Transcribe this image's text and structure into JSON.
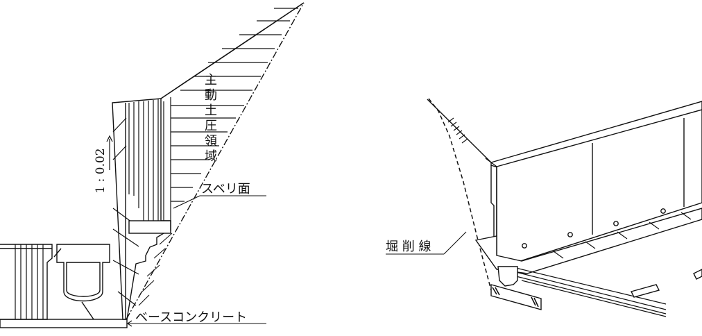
{
  "left_figure": {
    "region_label_chars": [
      "主",
      "動",
      "土",
      "圧",
      "領",
      "域"
    ],
    "slope_ratio": "1 : 0.02",
    "slip_surface_label": "スベリ面",
    "base_concrete_label": "ベースコンクリート"
  },
  "right_figure": {
    "excavation_line_label": "堀 削 線"
  },
  "colors": {
    "line": "#111111",
    "background": "#ffffff"
  }
}
